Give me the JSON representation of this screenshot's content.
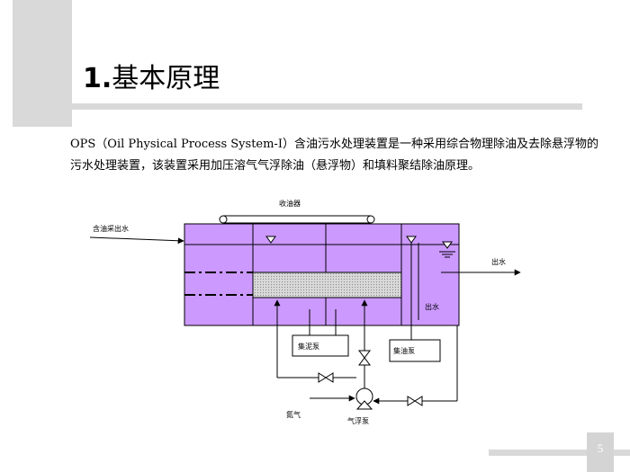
{
  "slide": {
    "title_number": "1.",
    "title_text": "基本原理",
    "description": "OPS（Oil Physical Process System-Ⅰ）含油污水处理装置是一种采用综合物理除油及去除悬浮物的污水处理装置，该装置采用加压溶气气浮除油（悬浮物）和填料聚结除油原理。",
    "page_number": "5"
  },
  "diagram": {
    "labels": {
      "oil_collector": "收油器",
      "inlet": "含油采出水",
      "outlet": "出水",
      "outlet_inner": "出水",
      "sludge_pump": "集泥泵",
      "oil_pump": "集油泵",
      "nitrogen": "氮气",
      "flotation_pump": "气浮泵"
    },
    "colors": {
      "tank_fill": "#cc99ff",
      "media_fill": "#d9d9d9",
      "line": "#000000"
    },
    "icons": [
      "water-level-triangle-icon",
      "valve-icon",
      "pump-icon",
      "arrow-icon"
    ]
  }
}
